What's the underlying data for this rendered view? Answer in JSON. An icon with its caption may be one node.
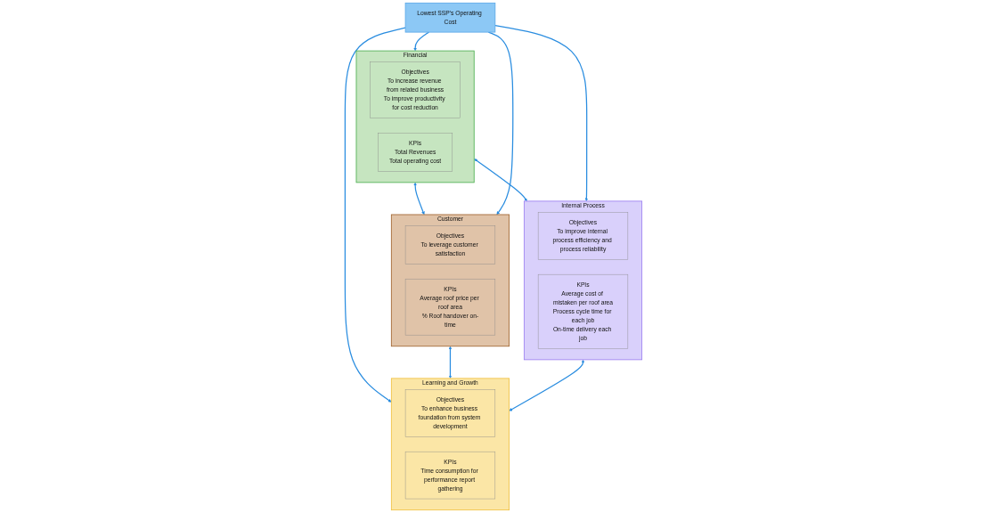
{
  "diagram": {
    "nodes": [
      {
        "text": [
          "Financial"
        ]
      },
      {
        "text": [
          "Objectives",
          "To increase revenue from related business",
          "To improve productivity for cost reduction"
        ],
        "in": 0
      },
      {
        "text": [
          "KPIs",
          "Total Revenues",
          "Total operating cost"
        ],
        "in": 0
      },
      {
        "text": [
          "Customer"
        ]
      },
      {
        "text": [
          "Objectives",
          "To leverage customer satisfaction"
        ],
        "in": 3
      },
      {
        "text": [
          "KPIs",
          "Average roof price per roof area",
          "% Roof handover on-time"
        ],
        "in": 3
      },
      {
        "text": [
          "Lowest SSP's Operating Cost"
        ]
      },
      {
        "text": [
          "Internal Process"
        ]
      },
      {
        "text": [
          "Objectives",
          "To improve internal process efficiency and process reliability"
        ],
        "in": 7
      },
      {
        "text": [
          "KPIs",
          "Average cost of mistaken per roof area",
          "Process cycle time for each job",
          "On-time delivery each job"
        ],
        "in": 7
      },
      {
        "text": [
          "Learning and Growth"
        ]
      },
      {
        "text": [
          "Objectives",
          "To enhance business foundation from system development"
        ],
        "in": 10
      },
      {
        "text": [
          "KPIs",
          "Time consumption for performance report gathering"
        ],
        "in": 10
      }
    ],
    "edges": [
      {
        "from": 0,
        "to": 3,
        "arrow": "both"
      },
      {
        "from": 0,
        "to": 7,
        "arrow": "both"
      },
      {
        "from": 6,
        "to": 0,
        "arrow": "to"
      },
      {
        "from": 6,
        "to": 3,
        "arrow": "to"
      },
      {
        "from": 6,
        "to": 7,
        "arrow": "to"
      },
      {
        "from": 6,
        "to": 10,
        "arrow": "to"
      },
      {
        "from": 3,
        "to": 10,
        "arrow": "both"
      },
      {
        "from": 7,
        "to": 10,
        "arrow": "both"
      }
    ]
  }
}
